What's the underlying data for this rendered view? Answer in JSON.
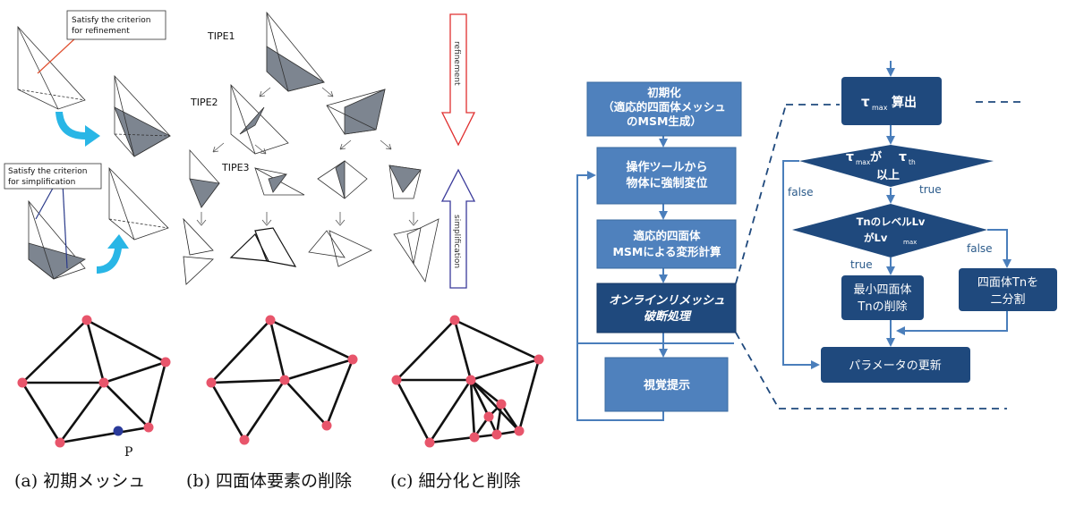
{
  "panel_left": {
    "callout_refine": [
      "Satisfy the criterion",
      "for refinement"
    ],
    "callout_simplify": [
      "Satisfy the criterion",
      "for simplification"
    ],
    "type1": "TIPE1",
    "type2": "TIPE2",
    "type3": "TIPE3",
    "refinement": "refinement",
    "simplification": "simplification"
  },
  "meshes": {
    "point_label": "P",
    "captions": [
      "(a) 初期メッシュ",
      "(b) 四面体要素の削除",
      "(c) 細分化と削除"
    ]
  },
  "flowchart": {
    "init": [
      "初期化",
      "（適応的四面体メッシュ",
      "のMSM生成）"
    ],
    "tool": [
      "操作ツールから",
      "物体に強制変位"
    ],
    "deform": [
      "適応的四面体",
      "MSMによる変形計算"
    ],
    "remesh": [
      "オンラインリメッシュ",
      "破断処理"
    ],
    "visual": "視覚提示",
    "tau_calc": {
      "tau": "τ",
      "sub": "max",
      "rest": "算出"
    },
    "cond1": {
      "tau1": "τ",
      "sub1": "max",
      "ga": " が ",
      "tau2": "τ",
      "sub2": "th",
      "line2": "以上"
    },
    "cond2": {
      "line1": "TnのレベルLv",
      "line2": "がLv",
      "sub": "max"
    },
    "delete": [
      "最小四面体",
      "Tnの削除"
    ],
    "split": [
      "四面体Tnを",
      "二分割"
    ],
    "update": "パラメータの更新",
    "true_label": "true",
    "false_label": "false"
  },
  "colors": {
    "box_light": "#4f81bd",
    "box_dark": "#1f497d",
    "arrow": "#4a7ebb",
    "node": "#e8556b",
    "refine_arrow": "#e03030",
    "simplify_arrow": "#3a3a9a",
    "cyan_arrow": "#29b6e6"
  }
}
